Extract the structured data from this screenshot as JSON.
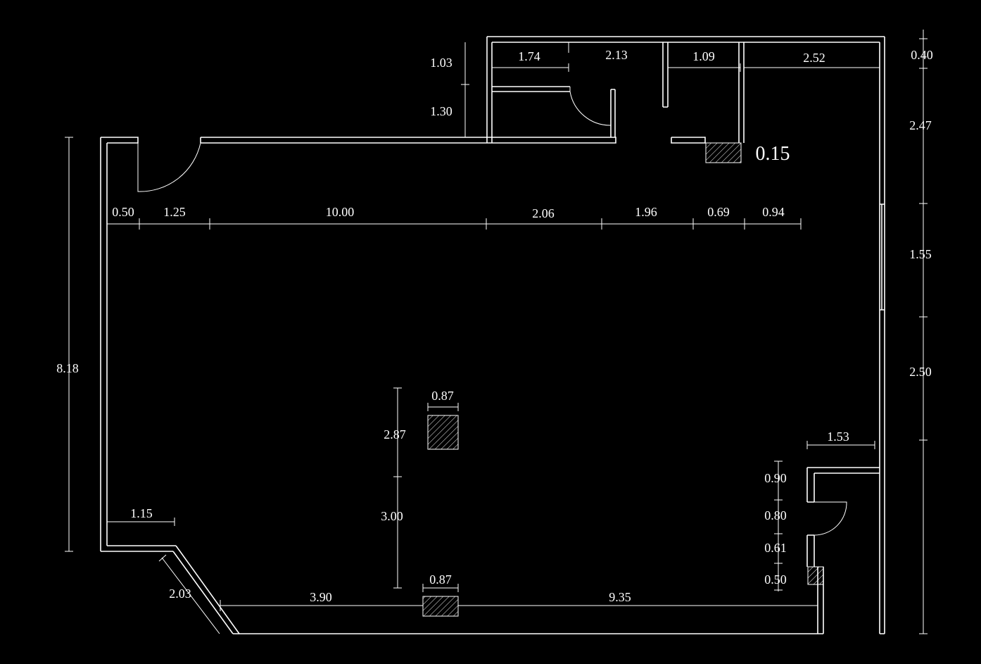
{
  "colors": {
    "background": "#000000",
    "lines": "#ffffff"
  },
  "dims": {
    "top_1_74": "1.74",
    "top_2_13": "2.13",
    "top_1_09": "1.09",
    "top_2_52": "2.52",
    "left_1_03": "1.03",
    "left_1_30": "1.30",
    "col_0_15": "0.15",
    "h_0_50": "0.50",
    "h_1_25": "1.25",
    "h_10_00": "10.00",
    "h_2_06": "2.06",
    "h_1_96": "1.96",
    "h_0_69": "0.69",
    "h_0_94": "0.94",
    "v_8_18": "8.18",
    "r_0_40": "0.40",
    "r_2_47": "2.47",
    "r_1_55": "1.55",
    "r_2_50": "2.50",
    "col_a_0_87": "0.87",
    "v_2_87": "2.87",
    "v_3_00": "3.00",
    "col_b_0_87": "0.87",
    "b_3_90": "3.90",
    "b_9_35": "9.35",
    "b_1_15": "1.15",
    "b_2_03": "2.03",
    "e_1_53": "1.53",
    "e_0_90": "0.90",
    "e_0_80": "0.80",
    "e_0_61": "0.61",
    "e_0_50": "0.50"
  }
}
